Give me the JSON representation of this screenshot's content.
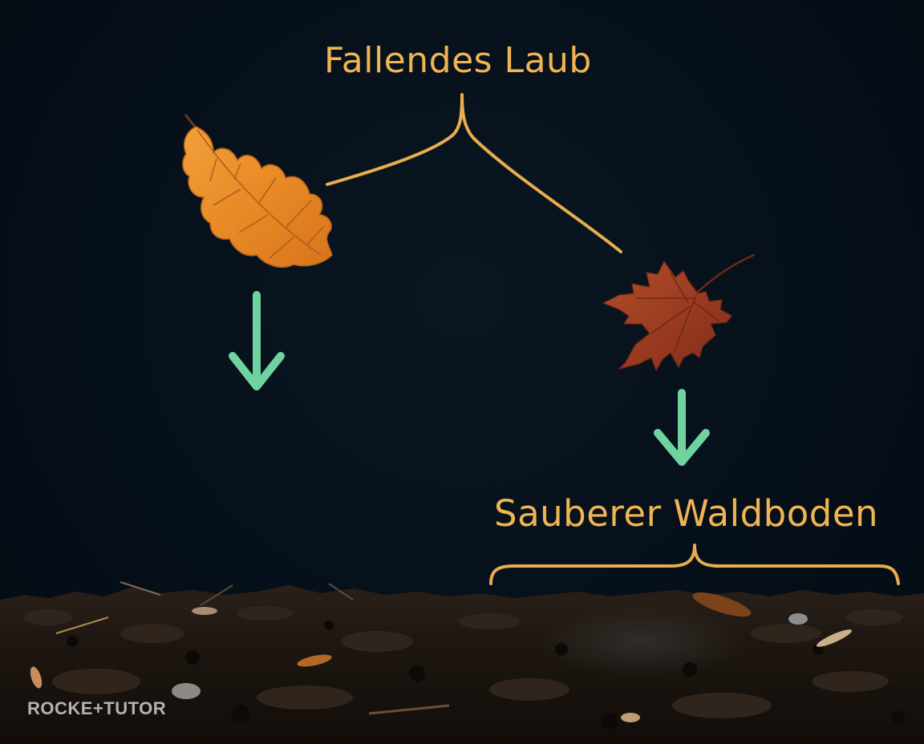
{
  "labels": {
    "falling_leaves": "Fallendes Laub",
    "clean_forest_floor": "Sauberer Waldboden"
  },
  "watermark": {
    "text": "ROCKE+TUTOR"
  },
  "colors": {
    "background": "#050e17",
    "label_text": "#f0b452",
    "bracket_line": "#e8ad4c",
    "arrow": "#6fd3a0",
    "oak_leaf": "#e8902b",
    "maple_leaf": "#9a3f23",
    "soil": "#1f1712"
  },
  "icons": [
    "oak-leaf",
    "maple-leaf",
    "arrow-down-icon",
    "curly-brace",
    "soil-ground"
  ]
}
